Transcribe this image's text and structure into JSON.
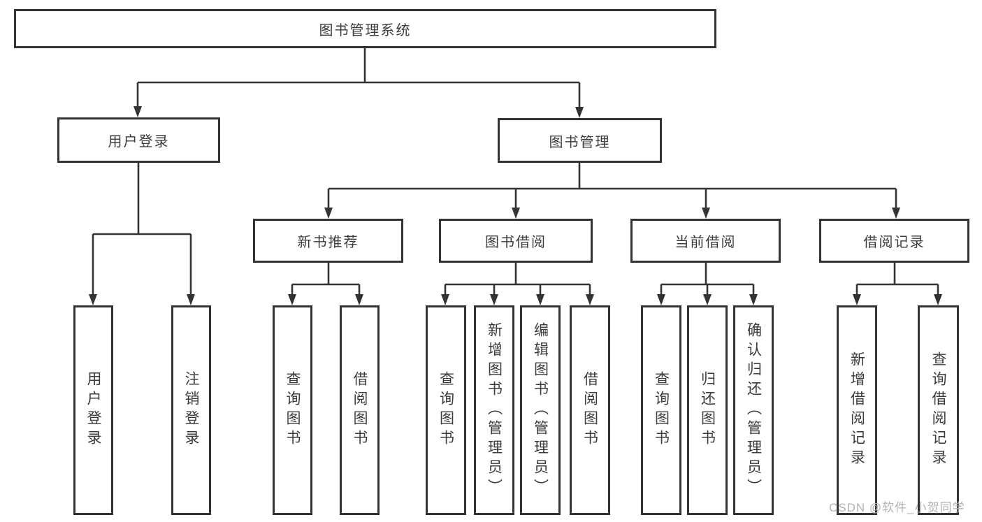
{
  "tree": {
    "label": "图书管理系统",
    "children": [
      {
        "label": "用户登录",
        "children": [
          {
            "label": "用户登录"
          },
          {
            "label": "注销登录"
          }
        ]
      },
      {
        "label": "图书管理",
        "children": [
          {
            "label": "新书推荐",
            "children": [
              {
                "label": "查询图书"
              },
              {
                "label": "借阅图书"
              }
            ]
          },
          {
            "label": "图书借阅",
            "children": [
              {
                "label": "查询图书"
              },
              {
                "label": "新增图书（管理员）"
              },
              {
                "label": "编辑图书（管理员）"
              },
              {
                "label": "借阅图书"
              }
            ]
          },
          {
            "label": "当前借阅",
            "children": [
              {
                "label": "查询图书"
              },
              {
                "label": "归还图书"
              },
              {
                "label": "确认归还（管理员）"
              }
            ]
          },
          {
            "label": "借阅记录",
            "children": [
              {
                "label": "新增借阅记录"
              },
              {
                "label": "查询借阅记录"
              }
            ]
          }
        ]
      }
    ]
  },
  "watermark": {
    "text": "CSDN @软件_小贺同学"
  },
  "colors": {
    "line": "#333333",
    "text": "#3b3b3b",
    "watermark": "#b3b3b3",
    "background": "#ffffff"
  }
}
